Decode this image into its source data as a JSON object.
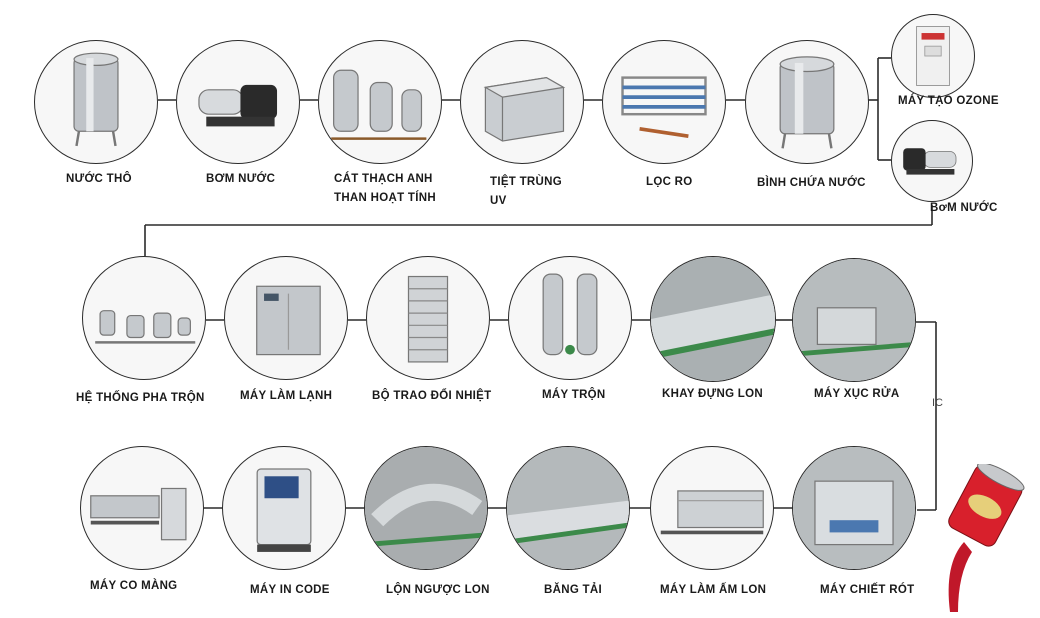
{
  "steps": {
    "nuoc_tho": "NƯỚC THÔ",
    "bom_nuoc_1": "BƠM NƯỚC",
    "cat_thach_anh_1": "CÁT THẠCH ANH",
    "cat_thach_anh_2": "THAN HOẠT TÍNH",
    "tiet_trung_1": "TIỆT TRÙNG",
    "tiet_trung_2": "UV",
    "loc_ro": "LỌC RO",
    "binh_chua_nuoc": "BÌNH CHỨA NƯỚC",
    "may_tao_ozone": "MÁY TẠO OZONE",
    "bom_nuoc_2": "BơM NƯỚC",
    "he_thong_pha_tron": "HỆ THỐNG PHA TRỘN",
    "may_lam_lanh": "MÁY LÀM LẠNH",
    "bo_trao_doi_nhiet": "BỘ TRAO ĐỔI NHIỆT",
    "may_tron": "MÁY TRỘN",
    "khay_dung_lon": "KHAY ĐỰNG LON",
    "may_xuc_rua": "MÁY XỤC RỬA",
    "may_co_mang": "MÁY CO MÀNG",
    "may_in_code": "MÁY IN CODE",
    "lon_nguoc_lon": "LỘN NGƯỢC LON",
    "bang_tai": "BĂNG TẢI",
    "may_lam_am_lon": "MÁY LÀM ẤM LON",
    "may_chiet_rot": "MÁY CHIẾT RÓT"
  },
  "stray_text": "IC",
  "colors": {
    "line": "#2b2b2b",
    "steel": "#b8bcc2",
    "conveyor": "#3c8a4a",
    "can_red": "#d8202c"
  }
}
